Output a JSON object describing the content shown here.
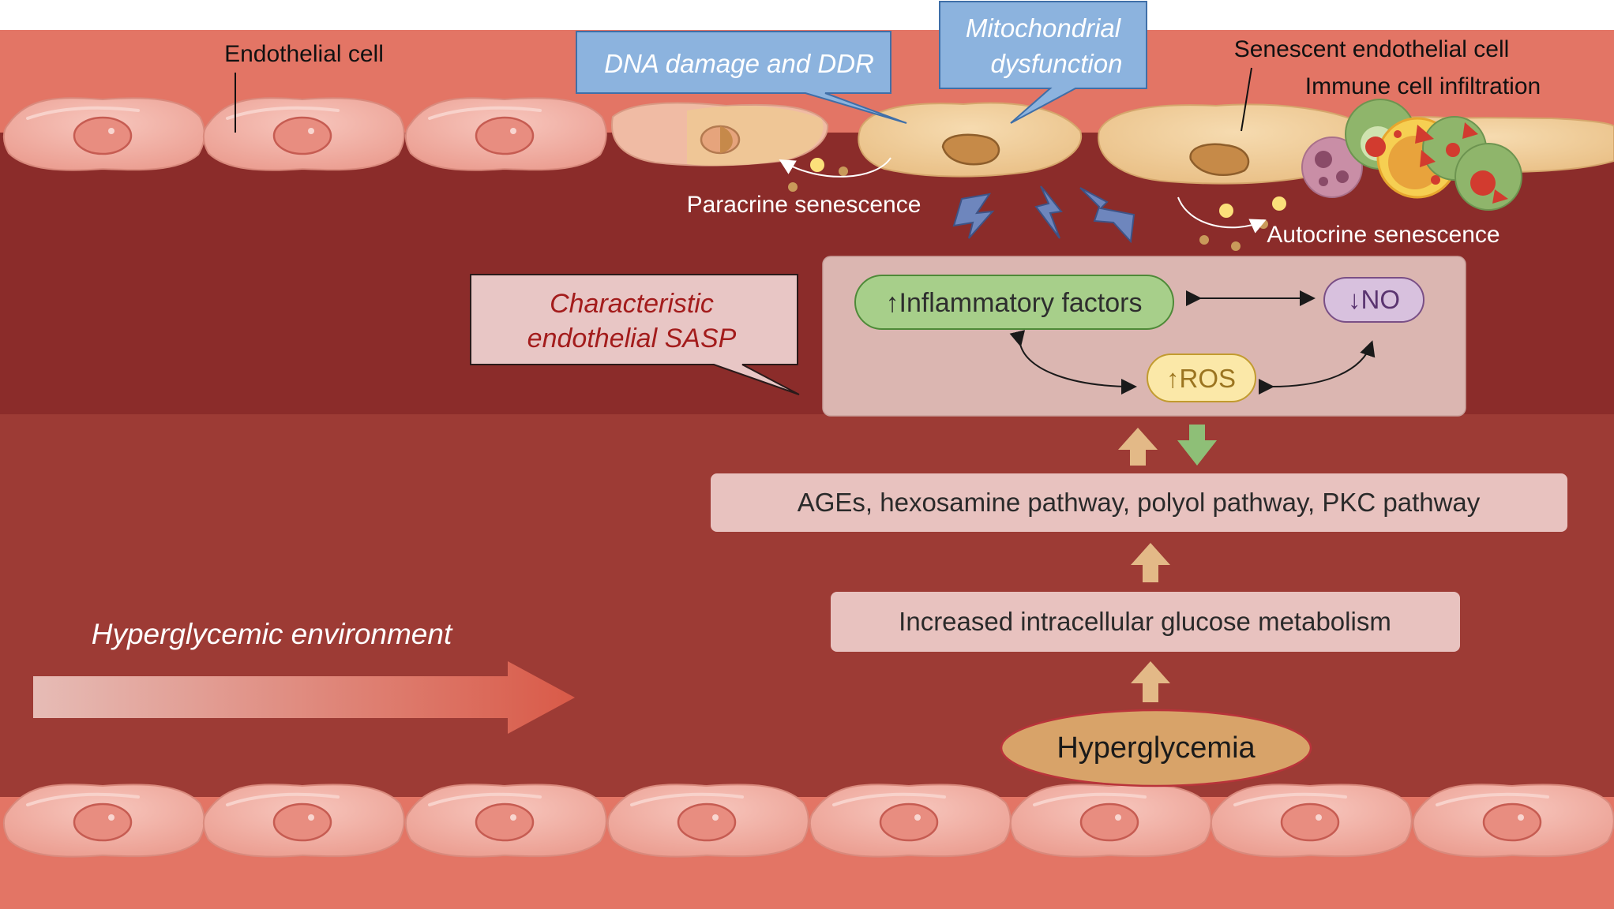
{
  "labels": {
    "endothelial_cell": "Endothelial cell",
    "senescent_cell": "Senescent endothelial cell",
    "immune_infiltration": "Immune cell infiltration",
    "dna_damage": "DNA damage and DDR",
    "mito_line1": "Mitochondrial",
    "mito_line2": "dysfunction",
    "paracrine": "Paracrine senescence",
    "autocrine": "Autocrine senescence",
    "sasp_line1": "Characteristic",
    "sasp_line2": "endothelial SASP",
    "inflammatory": "↑Inflammatory factors",
    "no": "↓NO",
    "ros": "↑ROS",
    "pathways": "AGEs, hexosamine pathway, polyol pathway, PKC pathway",
    "glucose_metabolism": "Increased intracellular glucose metabolism",
    "hyperglycemia": "Hyperglycemia",
    "environment": "Hyperglycemic environment"
  },
  "colors": {
    "vessel_wall": "#e37565",
    "lumen_top": "#8b2c2a",
    "lumen_bottom": "#9d3b35",
    "normal_cell": "#eea89c",
    "senescent_cell": "#eec993",
    "callout_blue": "#8cb3de",
    "box_pink": "#e8c2bf",
    "inflammatory_green": "#a7cf8a",
    "no_purple": "#d8c1de",
    "ros_yellow": "#fbe8a8",
    "hyperglycemia_gold": "#d8a369",
    "up_arrow": "#e3b987",
    "down_arrow": "#8ebf77",
    "sasp_text": "#a31c1c"
  }
}
